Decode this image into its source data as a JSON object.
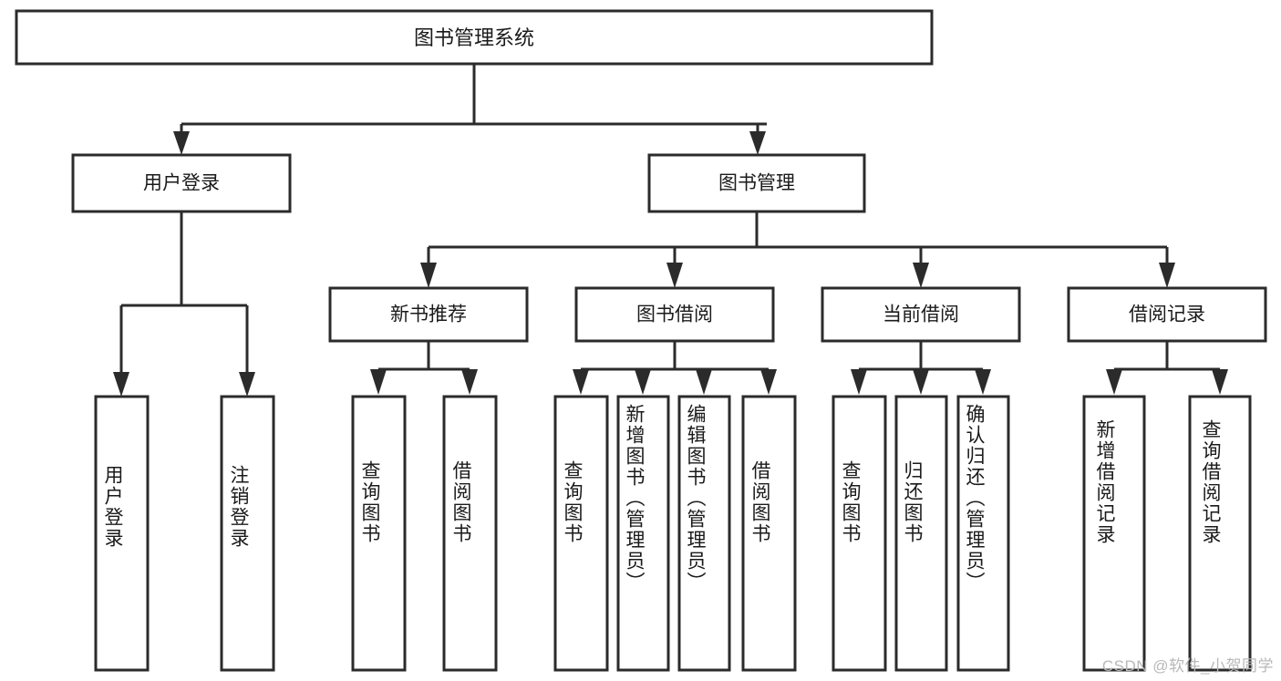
{
  "diagram": {
    "title": "图书管理系统",
    "type": "tree-hierarchy",
    "watermark": "CSDN @软件_小贺同学",
    "root": {
      "label": "图书管理系统"
    },
    "level2": [
      {
        "label": "用户登录"
      },
      {
        "label": "图书管理"
      }
    ],
    "level3": [
      {
        "label": "新书推荐"
      },
      {
        "label": "图书借阅"
      },
      {
        "label": "当前借阅"
      },
      {
        "label": "借阅记录"
      }
    ],
    "leaves": {
      "user_login": [
        {
          "label": "用户登录"
        },
        {
          "label": "注销登录"
        }
      ],
      "new_book_recommend": [
        {
          "label": "查询图书"
        },
        {
          "label": "借阅图书"
        }
      ],
      "book_borrow": [
        {
          "label": "查询图书"
        },
        {
          "label": "新增图书（管理员）"
        },
        {
          "label": "编辑图书（管理员）"
        },
        {
          "label": "借阅图书"
        }
      ],
      "current_borrow": [
        {
          "label": "查询图书"
        },
        {
          "label": "归还图书"
        },
        {
          "label": "确认归还（管理员）"
        }
      ],
      "borrow_record": [
        {
          "label": "新增借阅记录"
        },
        {
          "label": "查询借阅记录"
        }
      ]
    },
    "colors": {
      "stroke": "#2b2b2b",
      "fill": "#ffffff",
      "text": "#1a1a1a",
      "watermark": "#b8b8b8"
    }
  }
}
